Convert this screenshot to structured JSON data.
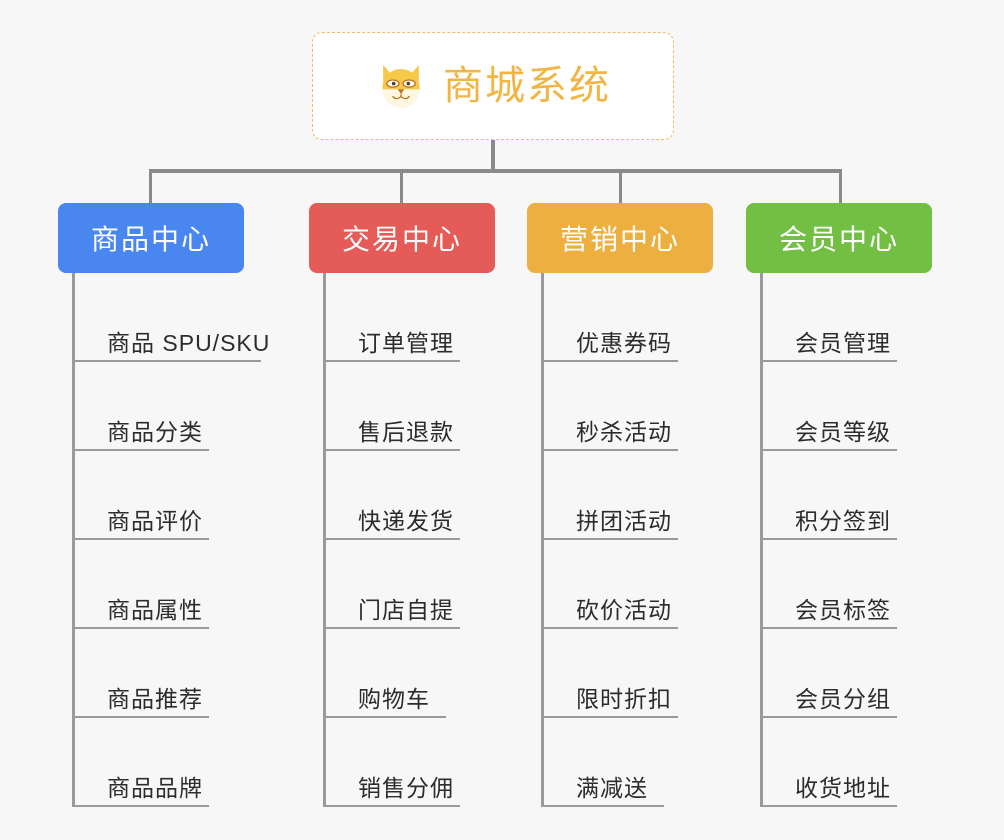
{
  "root": {
    "title": "商城系统",
    "icon": "shiba-dog-icon",
    "border_color": "#f0bc5e",
    "text_color": "#f2b544",
    "background": "#ffffff"
  },
  "page": {
    "background": "#f7f7f7",
    "connector_color": "#8a8a8a"
  },
  "columns": [
    {
      "header": "商品中心",
      "color": "#4a86f0",
      "items": [
        "商品 SPU/SKU",
        "商品分类",
        "商品评价",
        "商品属性",
        "商品推荐",
        "商品品牌"
      ]
    },
    {
      "header": "交易中心",
      "color": "#e45b58",
      "items": [
        "订单管理",
        "售后退款",
        "快递发货",
        "门店自提",
        "购物车",
        "销售分佣"
      ]
    },
    {
      "header": "营销中心",
      "color": "#eeaf41",
      "items": [
        "优惠券码",
        "秒杀活动",
        "拼团活动",
        "砍价活动",
        "限时折扣",
        "满减送"
      ]
    },
    {
      "header": "会员中心",
      "color": "#72bf44",
      "items": [
        "会员管理",
        "会员等级",
        "积分签到",
        "会员标签",
        "会员分组",
        "收货地址"
      ]
    }
  ]
}
